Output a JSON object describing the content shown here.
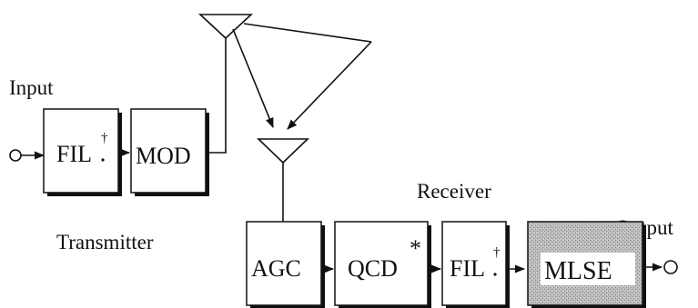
{
  "labels": {
    "input": "Input",
    "output": "Output",
    "transmitter": "Transmitter",
    "receiver": "Receiver"
  },
  "blocks": {
    "tx_filter": {
      "text": "FIL",
      "mark": "†"
    },
    "modulator": {
      "text": "MOD"
    },
    "agc": {
      "text": "AGC"
    },
    "qcd": {
      "text": "QCD",
      "mark": "*"
    },
    "rx_filter": {
      "text": "FIL",
      "mark": "†"
    },
    "mlse": {
      "text": "MLSE"
    }
  },
  "colors": {
    "ink": "#111111",
    "mlse_fill": "#b8b8b8"
  }
}
